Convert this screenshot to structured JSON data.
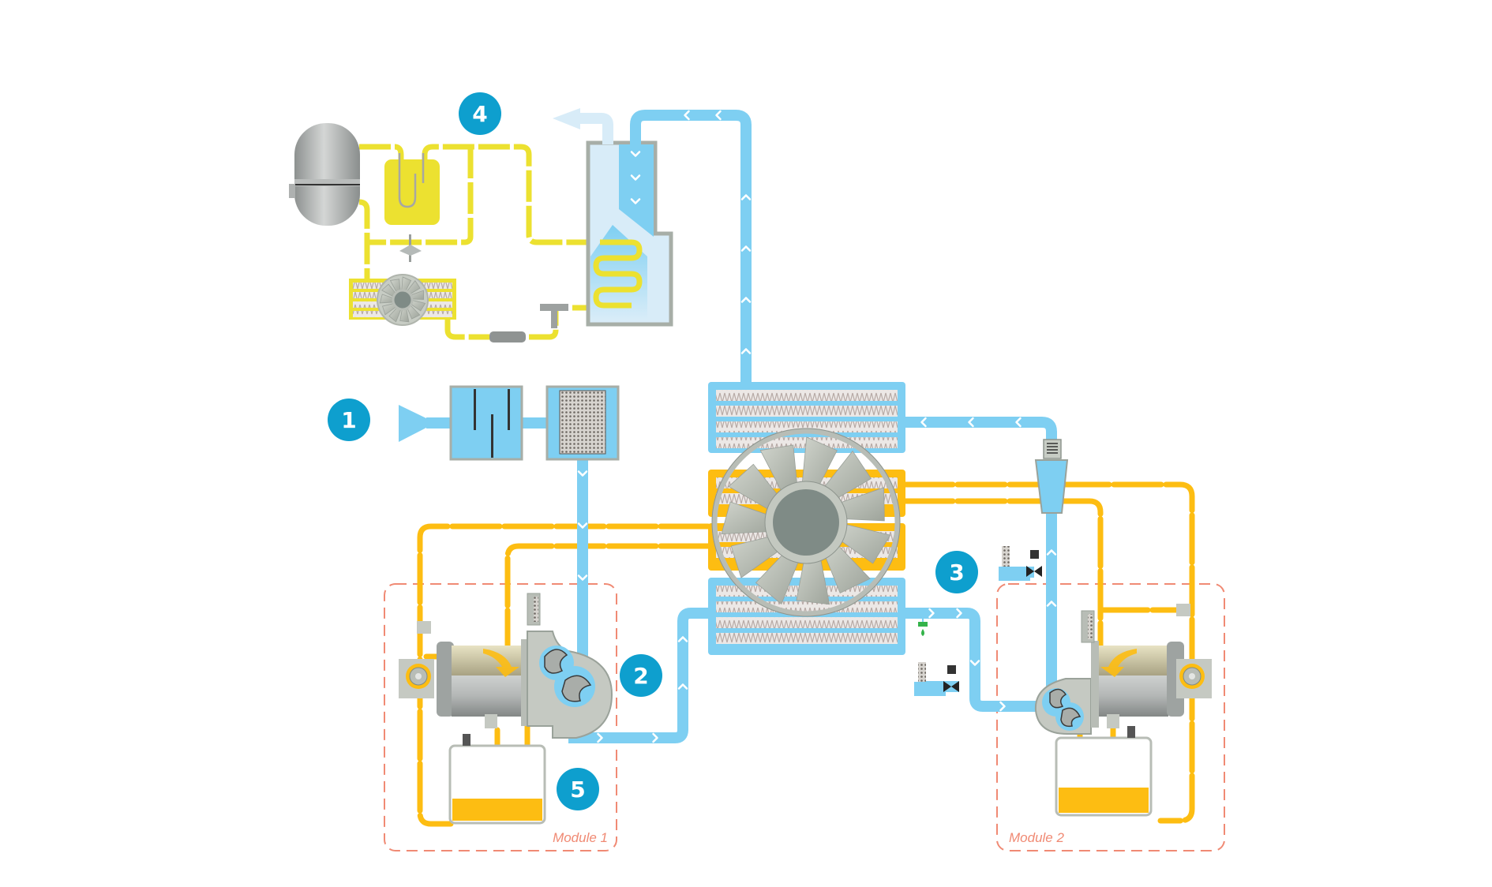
{
  "diagram": {
    "title": "Oil-lubricated compressed air system with refrigerant dryer",
    "colors": {
      "air": "#7ecff2",
      "air_light": "#d8ecf8",
      "oil": "#fdbd12",
      "refrigerant": "#ece130",
      "badge": "#0e9fce",
      "module_border": "#f08a74",
      "metal": "#b8bdb6",
      "metal_dark": "#7f8b86",
      "drain_green": "#34b34a"
    },
    "badges": [
      {
        "id": "1",
        "label": "1",
        "meaning": "air intake"
      },
      {
        "id": "2",
        "label": "2",
        "meaning": "compression"
      },
      {
        "id": "3",
        "label": "3",
        "meaning": "separation / drain"
      },
      {
        "id": "4",
        "label": "4",
        "meaning": "refrigerant dryer"
      },
      {
        "id": "5",
        "label": "5",
        "meaning": "oil circuit"
      }
    ],
    "modules": [
      {
        "label": "Module 1"
      },
      {
        "label": "Module 2"
      }
    ],
    "components": {
      "intake_silencer": "intake silencer",
      "intake_filter": "intake filter",
      "central_cooler": "air / oil cooler with fan",
      "refrigerant_receiver": "refrigerant receiver",
      "dryer_heat_exchanger": "dryer heat exchanger",
      "condenser": "refrigerant condenser",
      "oil_separator": "oil separator",
      "oil_sump": "oil sump"
    }
  }
}
